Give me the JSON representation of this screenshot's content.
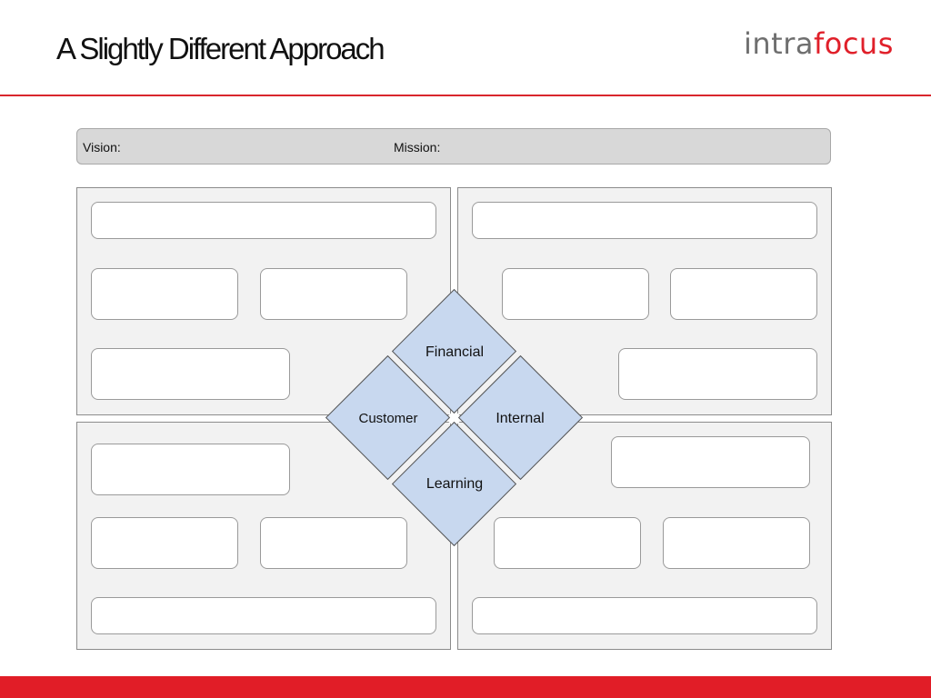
{
  "header": {
    "title": "A Slightly Different Approach",
    "logo_part1": "intra",
    "logo_part2": "focus",
    "accent_color": "#e11d27"
  },
  "vision_mission": {
    "vision_label": "Vision:",
    "mission_label": "Mission:"
  },
  "perspectives": {
    "top": "Financial",
    "left": "Customer",
    "right": "Internal",
    "bottom": "Learning",
    "fill_color": "#c8d8ef"
  }
}
